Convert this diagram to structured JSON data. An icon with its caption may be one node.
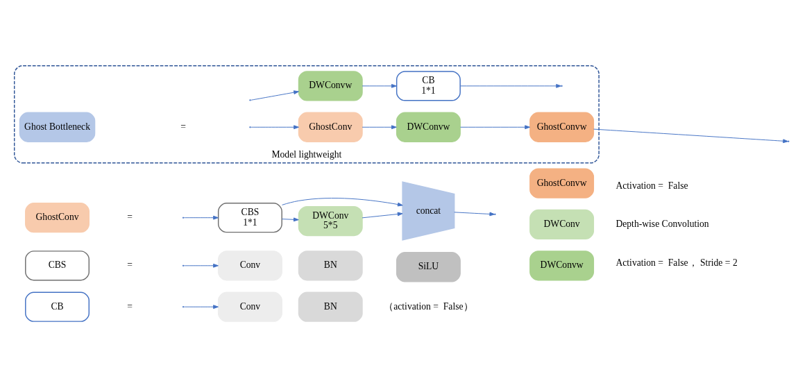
{
  "diagram": {
    "nodes": [
      {
        "text": [
          "Model lightweight"
        ]
      },
      {
        "text": [
          "Ghost Bottleneck"
        ],
        "in": 0
      },
      {
        "text": [
          "GhostConv"
        ],
        "in": 0
      },
      {
        "text": [
          "DWConvw"
        ],
        "in": 0
      },
      {
        "text": [
          "GhostConvw"
        ],
        "in": 0
      },
      {
        "text": [
          "DWConvw"
        ],
        "in": 0
      },
      {
        "text": [
          "CB",
          "1*1"
        ],
        "in": 0
      },
      {
        "text": [
          "GhostConv"
        ]
      },
      {
        "text": [
          "CBS",
          "1*1"
        ]
      },
      {
        "text": [
          "DWConv",
          "5*5"
        ]
      },
      {
        "text": [
          "concat"
        ]
      },
      {
        "text": [
          "CBS"
        ]
      },
      {
        "text": [
          "Conv"
        ]
      },
      {
        "text": [
          "BN"
        ]
      },
      {
        "text": [
          "SiLU"
        ]
      },
      {
        "text": [
          "CB"
        ]
      },
      {
        "text": [
          "Conv"
        ]
      },
      {
        "text": [
          "BN"
        ]
      },
      {
        "text": [
          "GhostConvw"
        ],
        "beside": [
          "Activation =  False"
        ]
      },
      {
        "text": [
          "DWConv"
        ],
        "beside": [
          "Depth-wise Convolution"
        ]
      },
      {
        "text": [
          "DWConvw"
        ],
        "beside": [
          "Activation =  False， Stride = 2"
        ]
      }
    ],
    "edges": [
      {
        "from": null,
        "to": 2,
        "arrow": "to"
      },
      {
        "from": null,
        "to": 5,
        "arrow": "to"
      },
      {
        "from": 2,
        "to": 3,
        "arrow": "to"
      },
      {
        "from": 3,
        "to": 4,
        "arrow": "to"
      },
      {
        "from": 4,
        "to": null,
        "arrow": "to"
      },
      {
        "from": 5,
        "to": 6,
        "arrow": "to"
      },
      {
        "from": 6,
        "to": null,
        "arrow": "to"
      },
      {
        "from": null,
        "to": 8,
        "arrow": "to"
      },
      {
        "from": 8,
        "to": 9,
        "arrow": "to"
      },
      {
        "from": 9,
        "to": 10,
        "arrow": "to"
      },
      {
        "from": 8,
        "to": 10,
        "arrow": "to"
      },
      {
        "from": 10,
        "to": null,
        "arrow": "to"
      },
      {
        "from": null,
        "to": 12,
        "arrow": "to"
      },
      {
        "from": null,
        "to": 16,
        "arrow": "to"
      }
    ],
    "labels": [
      "=",
      "=",
      "=",
      "=",
      "（activation =  False）"
    ]
  }
}
